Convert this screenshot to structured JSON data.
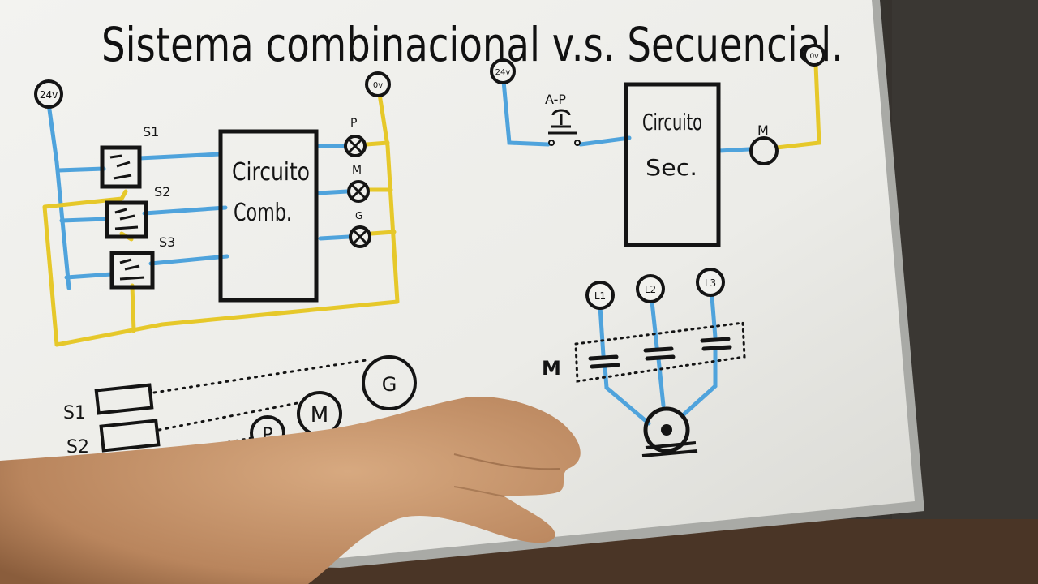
{
  "title": "Sistema combinacional v.s. Secuencial.",
  "left_circuit": {
    "source_label": "24v",
    "ground_label": "0v",
    "switch_labels": [
      "S1",
      "S2",
      "S3"
    ],
    "block_line1": "Circuito",
    "block_line2": "Comb.",
    "output_labels": [
      "P",
      "M",
      "G"
    ]
  },
  "right_circuit": {
    "source_label": "24v",
    "ground_label": "0v",
    "pushbutton_label": "A-P",
    "block_line1": "Circuito",
    "block_line2": "Sec.",
    "motor_label": "M"
  },
  "three_phase": {
    "line_labels": [
      "L1",
      "L2",
      "L3"
    ],
    "contactor_label": "M"
  },
  "bottom_sketch": {
    "sensor_labels": [
      "S1",
      "S2"
    ],
    "output_labels": [
      "P",
      "M",
      "G"
    ]
  },
  "colors": {
    "whiteboard": "#eeeeea",
    "frame": "#a9aaa6",
    "blue_wire": "#4fa3dc",
    "yellow_wire": "#e6c82a",
    "ink": "#141414"
  }
}
